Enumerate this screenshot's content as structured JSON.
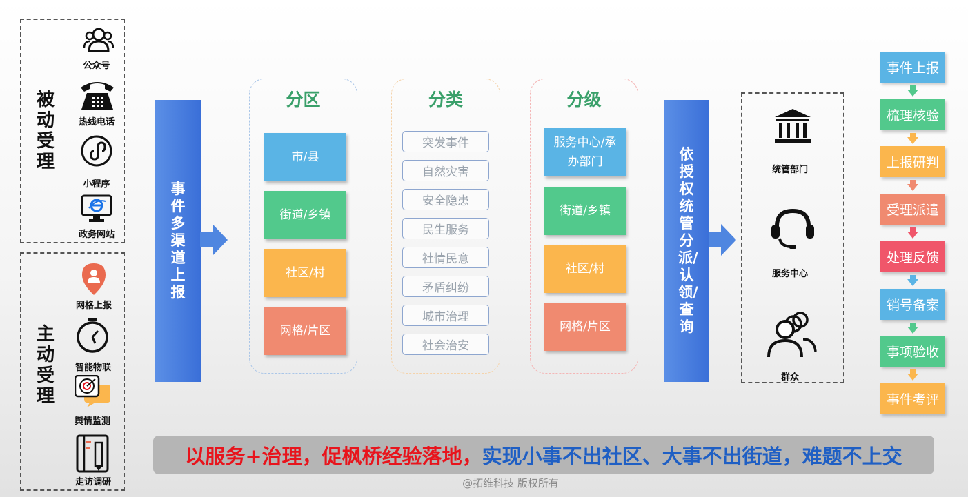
{
  "passive": {
    "title": "被动受理",
    "channels": [
      {
        "label": "公众号",
        "icon": "wechat-users-icon"
      },
      {
        "label": "热线电话",
        "icon": "telephone-icon"
      },
      {
        "label": "小程序",
        "icon": "mini-program-icon"
      },
      {
        "label": "政务网站",
        "icon": "ie-monitor-icon"
      }
    ]
  },
  "active": {
    "title": "主动受理",
    "channels": [
      {
        "label": "网格上报",
        "icon": "location-pin-icon"
      },
      {
        "label": "智能物联",
        "icon": "stopwatch-icon"
      },
      {
        "label": "舆情监测",
        "icon": "target-chat-icon"
      },
      {
        "label": "走访调研",
        "icon": "notebook-pen-icon"
      }
    ]
  },
  "intake_bar": "事件多渠道上报",
  "zone": {
    "title": "分区",
    "items": [
      "市/县",
      "街道/乡镇",
      "社区/村",
      "网格/片区"
    ],
    "colors": [
      "#5ab4e5",
      "#52c98c",
      "#fbb64d",
      "#f08a70"
    ]
  },
  "category": {
    "title": "分类",
    "items": [
      "突发事件",
      "自然灾害",
      "安全隐患",
      "民生服务",
      "社情民意",
      "矛盾纠纷",
      "城市治理",
      "社会治安"
    ]
  },
  "grade": {
    "title": "分级",
    "items": [
      "服务中心/承办部门",
      "街道/乡镇",
      "社区/村",
      "网格/片区"
    ],
    "colors": [
      "#5ab4e5",
      "#52c98c",
      "#fbb64d",
      "#f08a70"
    ]
  },
  "dispatch_bar": "依授权统管分派/认领/查询",
  "targets": [
    {
      "label": "统管部门",
      "icon": "government-building-icon"
    },
    {
      "label": "服务中心",
      "icon": "headset-icon"
    },
    {
      "label": "群众",
      "icon": "crowd-icon"
    }
  ],
  "flow": {
    "steps": [
      "事件上报",
      "梳理核验",
      "上报研判",
      "受理派遣",
      "处理反馈",
      "销号备案",
      "事项验收",
      "事件考评"
    ],
    "colors": [
      "#5ab4e5",
      "#52c98c",
      "#fbb64d",
      "#f08a70",
      "#f0566a",
      "#5ab4e5",
      "#52c98c",
      "#fbb64d"
    ]
  },
  "slogan": {
    "part1": "以服务+治理，促枫桥经验落地，",
    "part2": "实现小事不出社区、大事不出街道，难题不上交",
    "color1": "#e8141c",
    "color2": "#1f5fc4"
  },
  "footer": "@拓维科技 版权所有"
}
